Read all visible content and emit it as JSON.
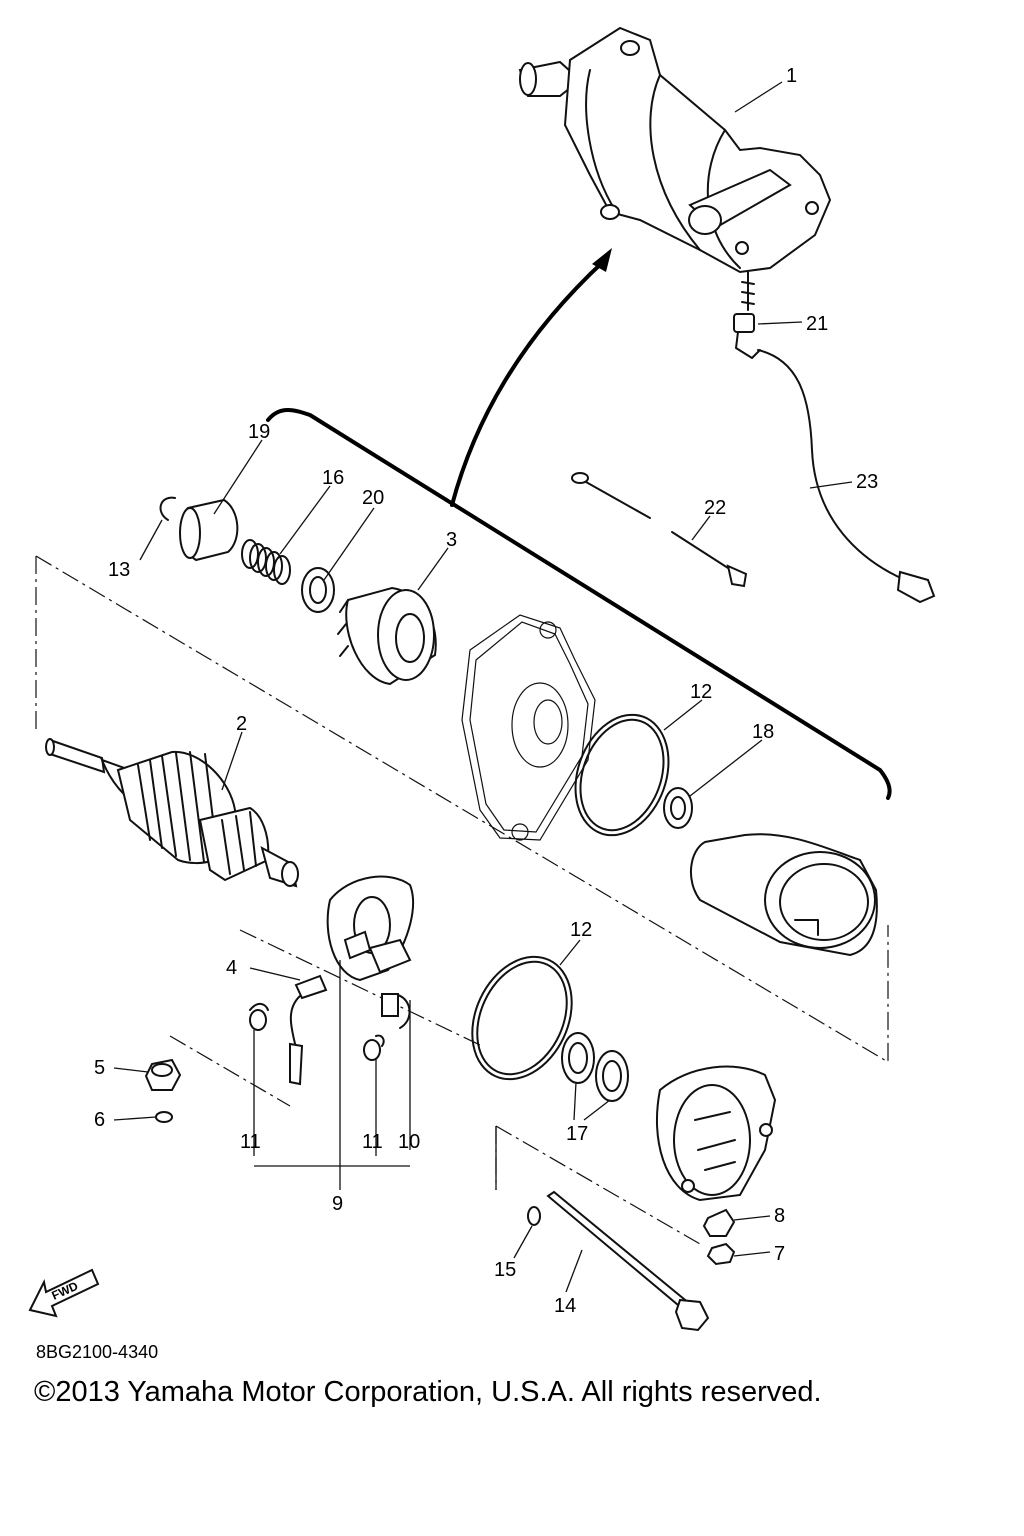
{
  "diagram": {
    "part_labels": {
      "p1": "1",
      "p2": "2",
      "p3": "3",
      "p4": "4",
      "p5": "5",
      "p6": "6",
      "p7": "7",
      "p8": "8",
      "p9": "9",
      "p10": "10",
      "p11a": "11",
      "p11b": "11",
      "p12a": "12",
      "p12b": "12",
      "p13": "13",
      "p14": "14",
      "p15": "15",
      "p16": "16",
      "p17": "17",
      "p18": "18",
      "p19": "19",
      "p20": "20",
      "p21": "21",
      "p22": "22",
      "p23": "23"
    },
    "fwd_label": "FWD"
  },
  "footer": {
    "reference_code": "8BG2100-4340",
    "copyright": "©2013 Yamaha Motor Corporation, U.S.A. All rights reserved."
  }
}
